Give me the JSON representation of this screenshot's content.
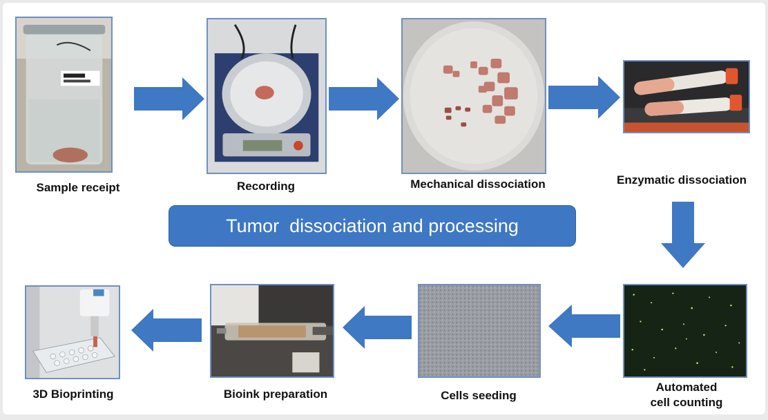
{
  "banner": {
    "text": "Tumor  dissociation and processing",
    "fill": "#3e78c4"
  },
  "colors": {
    "arrow": "#3f78c3",
    "photo_border": "#6d8fc4"
  },
  "steps": [
    {
      "label": "Sample receipt",
      "icon": "tumour-sample-jar"
    },
    {
      "label": "Recording",
      "icon": "weighing-scale"
    },
    {
      "label": "Mechanical dissociation",
      "icon": "petri-dish-tissue-fragments"
    },
    {
      "label": "Enzymatic dissociation",
      "icon": "centrifuge-tubes"
    },
    {
      "label": "Automated\ncell counting",
      "icon": "fluorescent-cell-image"
    },
    {
      "label": "Cells seeding",
      "icon": "microscope-cell-field"
    },
    {
      "label": "Bioink preparation",
      "icon": "syringe"
    },
    {
      "label": "3D Bioprinting",
      "icon": "bioprinter"
    }
  ]
}
